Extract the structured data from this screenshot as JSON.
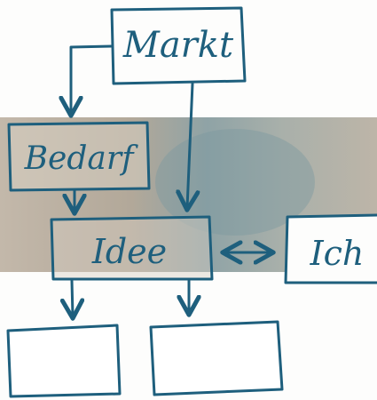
{
  "diagram": {
    "nodes": {
      "markt": "Markt",
      "bedarf": "Bedarf",
      "idee": "Idee",
      "ich": "Ich",
      "empty_left": "",
      "empty_right": ""
    },
    "edges": [
      {
        "from": "markt",
        "to": "bedarf",
        "kind": "arrow"
      },
      {
        "from": "markt",
        "to": "idee",
        "kind": "arrow"
      },
      {
        "from": "bedarf",
        "to": "idee",
        "kind": "arrow"
      },
      {
        "from": "idee",
        "to": "ich",
        "kind": "double-arrow"
      },
      {
        "from": "idee",
        "to": "empty_left",
        "kind": "arrow"
      },
      {
        "from": "idee",
        "to": "empty_right",
        "kind": "arrow"
      }
    ],
    "colors": {
      "ink": "#1e5f7d",
      "band": "#b7ad9f",
      "paper": "#fdfdfc"
    }
  }
}
